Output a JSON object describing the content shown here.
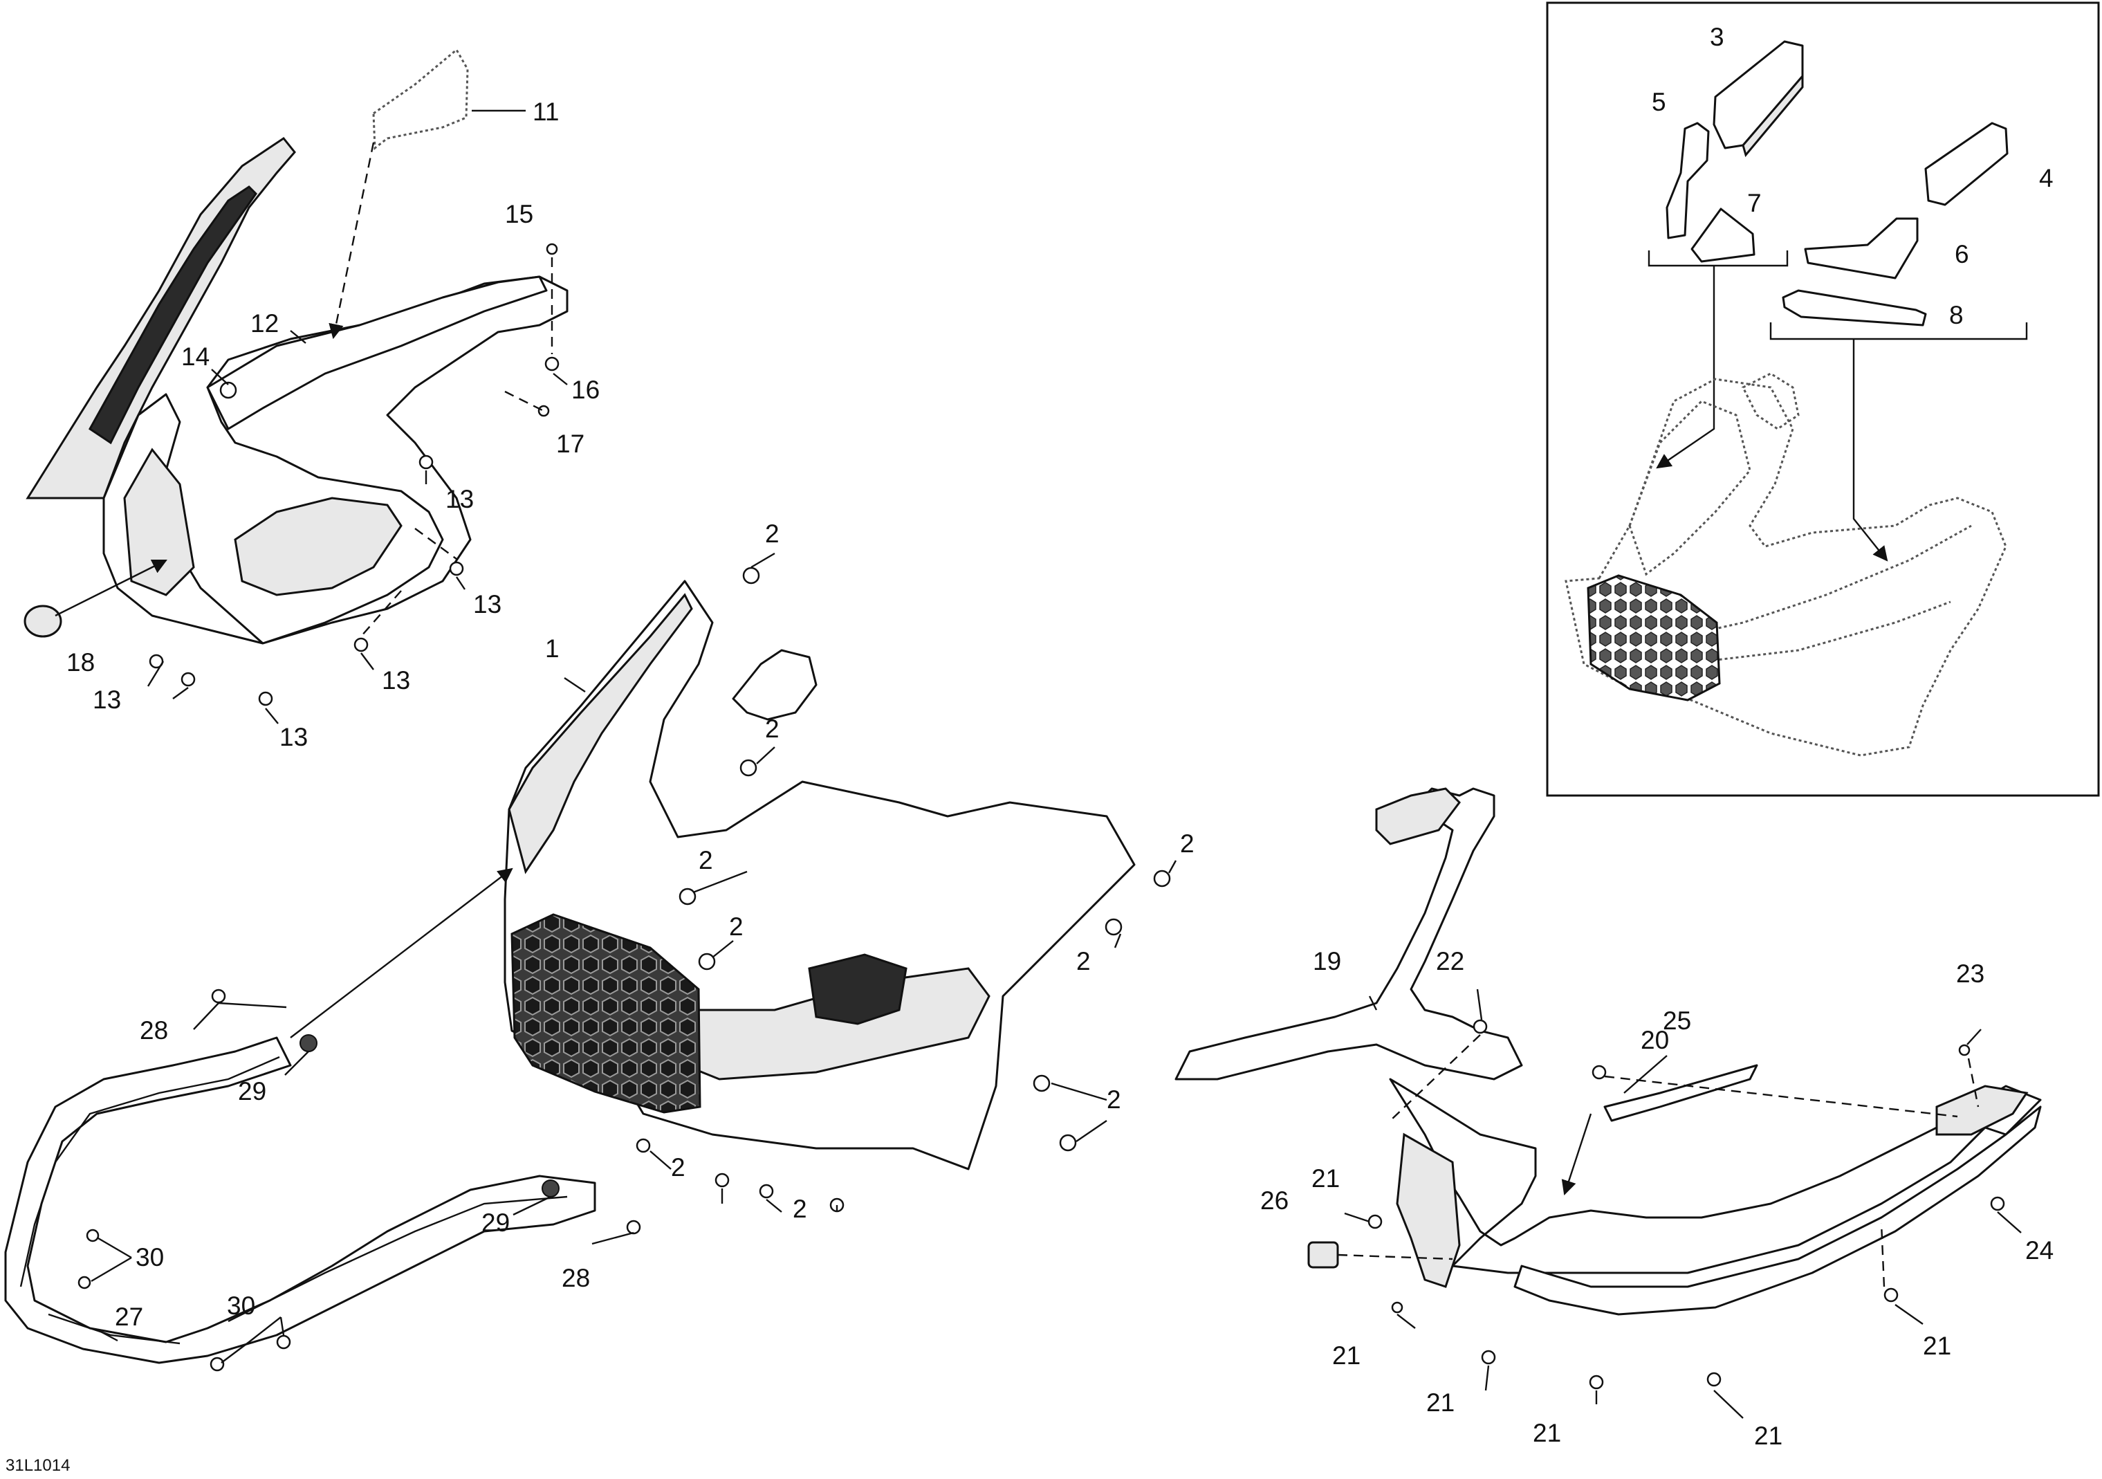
{
  "diagram": {
    "reference_code": "31L1014",
    "inset_callouts": [
      "3",
      "4",
      "5",
      "6",
      "7",
      "8"
    ],
    "callouts": {
      "c1": "1",
      "c2": "2",
      "c11": "11",
      "c12": "12",
      "c13": "13",
      "c14": "14",
      "c15": "15",
      "c16": "16",
      "c17": "17",
      "c18": "18",
      "c19": "19",
      "c20": "20",
      "c21": "21",
      "c22": "22",
      "c23": "23",
      "c24": "24",
      "c25": "25",
      "c26": "26",
      "c27": "27",
      "c28": "28",
      "c29": "29",
      "c30": "30"
    }
  }
}
